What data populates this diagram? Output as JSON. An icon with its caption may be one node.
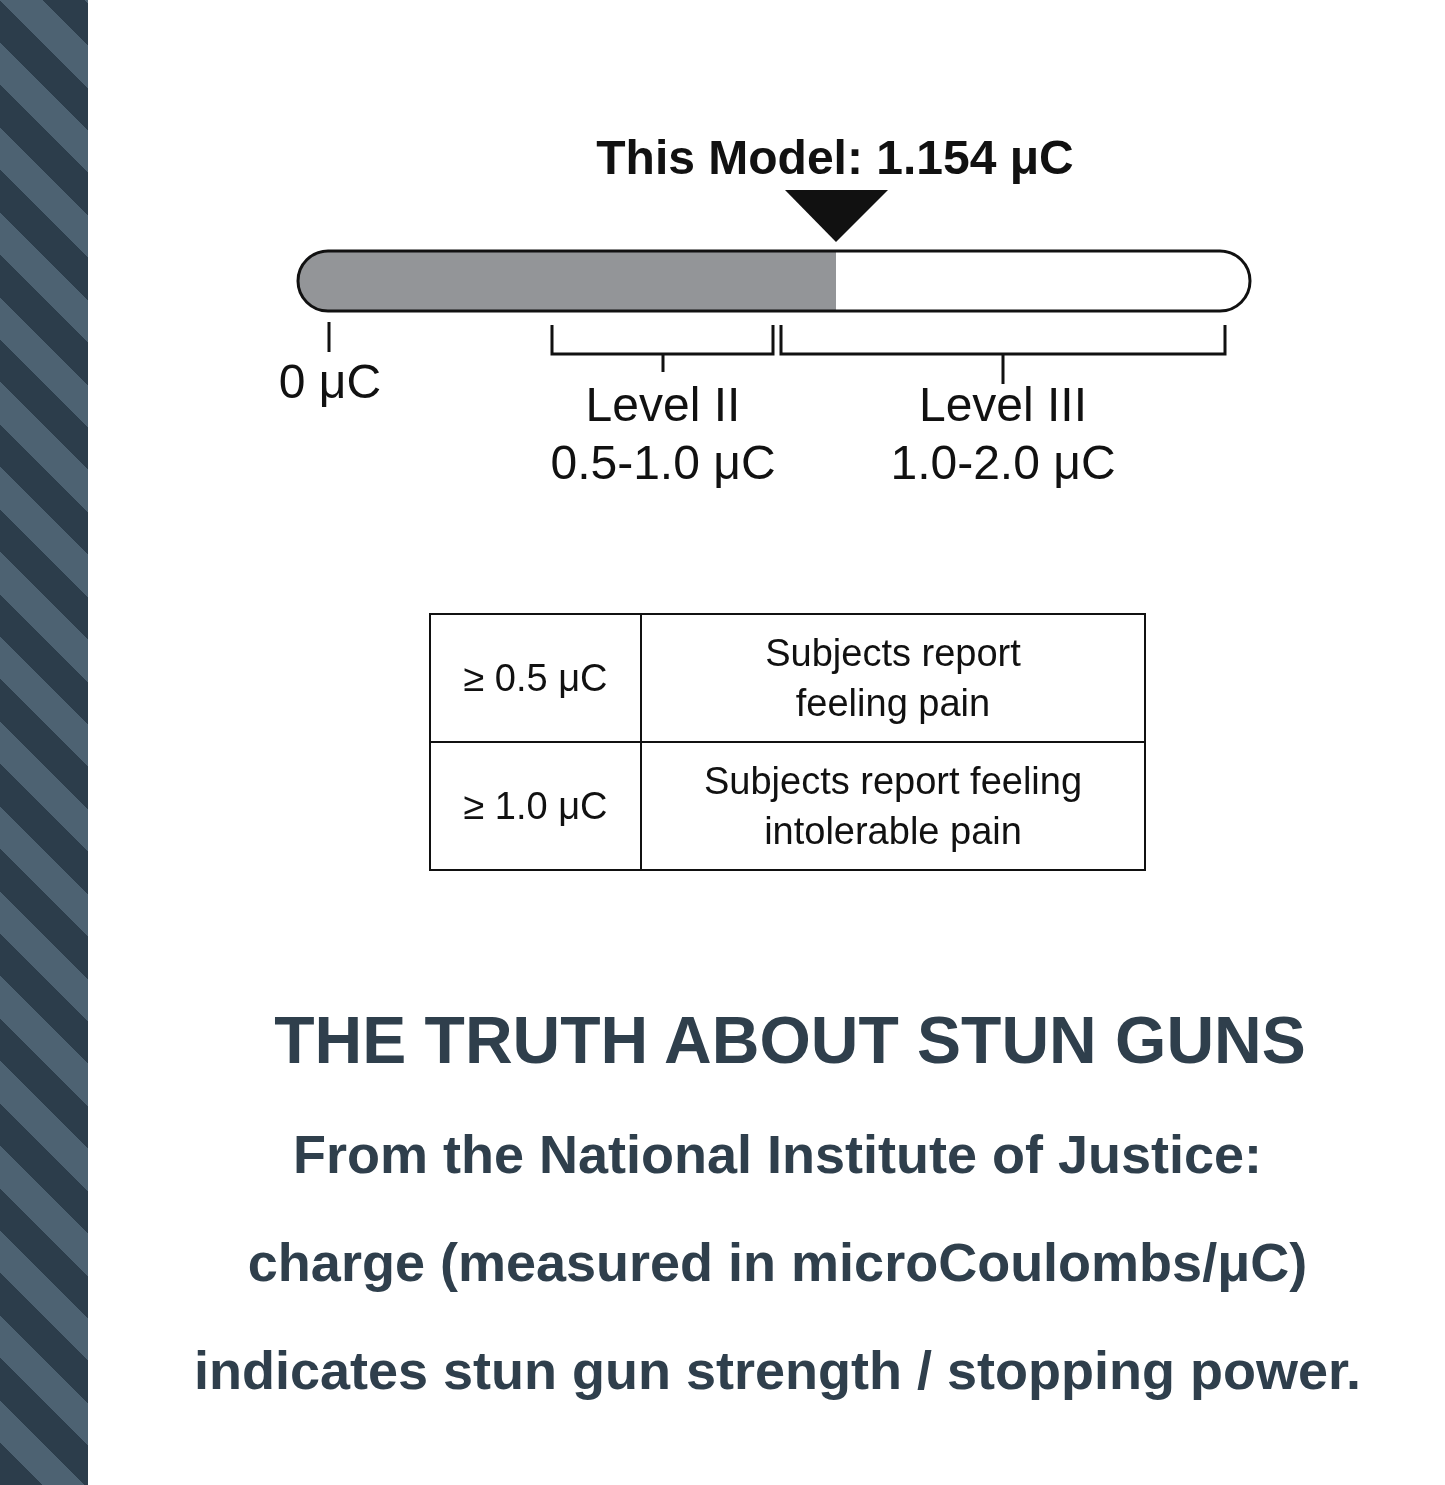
{
  "diagram": {
    "title": "THE TRUTH ABOUT STUN GUNS",
    "caption": "From the National Institute of Justice: charge (measured in microCoulombs/μC) indicates stun gun strength / stopping power.",
    "labels": [
      "This Model: 1.154 μC",
      "0 μC",
      "Level II 0.5-1.0 μC",
      "Level III 1.0-2.0 μC",
      "≥ 0.5 μC",
      "Subjects report feeling pain",
      "≥ 1.0 μC",
      "Subjects report feeling intolerable pain"
    ]
  }
}
